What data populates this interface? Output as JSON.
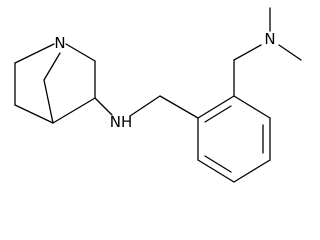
{
  "molecule": {
    "atoms": {
      "quinuclidine_nitrogen": "N",
      "amine_nitrogen": "NH",
      "dimethylamino_nitrogen": "N"
    }
  }
}
